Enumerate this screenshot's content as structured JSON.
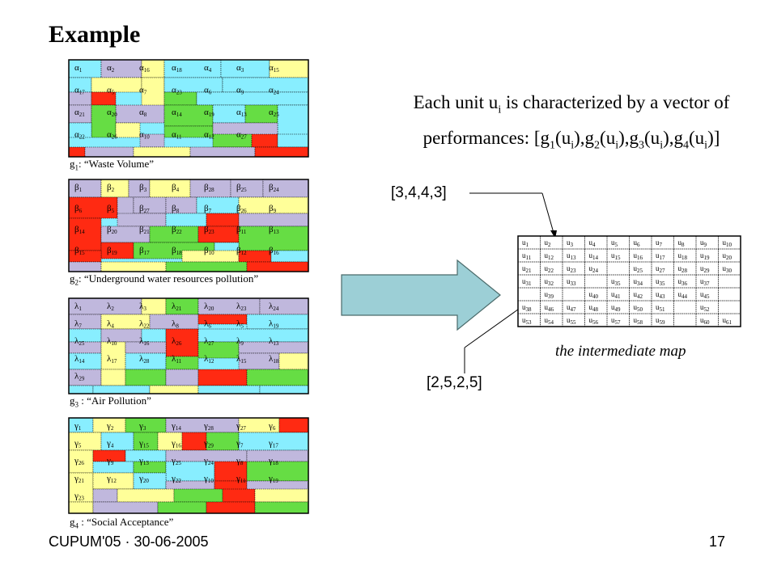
{
  "title": "Example",
  "description": {
    "line1_prefix": "Each unit u",
    "line1_sub": "i",
    "line1_suffix": " is characterized by a vector of",
    "line2": "performances:  [g",
    "line2_parts": [
      "1",
      "(u",
      "i",
      "),g",
      "2",
      "(u",
      "i",
      "),g",
      "3",
      "(u",
      "i",
      "),g",
      "4",
      "(u",
      "i",
      ")]"
    ]
  },
  "vectors": {
    "top": "[3,4,4,3]",
    "bottom": "[2,5,2,5]"
  },
  "intermediate_caption": "the intermediate map",
  "footer": {
    "left": "CUPUM'05 · 30-06-2005",
    "right": "17"
  },
  "colors": {
    "red": "#ff2a12",
    "green": "#66dd44",
    "cyan": "#88eeff",
    "lilac": "#c0b8dd",
    "yellow": "#ffff99",
    "arrow_fill": "#9ccfd6",
    "border": "#000000"
  },
  "maps": [
    {
      "caption_g": "g",
      "caption_sub": "1",
      "caption_text": ": “Waste Volume”",
      "symbol": "α",
      "labels": [
        "1",
        "2",
        "16",
        "18",
        "4",
        "3",
        "15",
        "17",
        "5",
        "7",
        "23",
        "6",
        "9",
        "24",
        "21",
        "20",
        "8",
        "14",
        "19",
        "13",
        "25",
        "22",
        "26",
        "10",
        "11",
        "12",
        "27"
      ]
    },
    {
      "caption_g": "g",
      "caption_sub": "2",
      "caption_text": ": “Underground water resources pollution”",
      "symbol": "β",
      "labels": [
        "1",
        "2",
        "3",
        "4",
        "28",
        "25",
        "24",
        "6",
        "5",
        "27",
        "8",
        "7",
        "26",
        "9",
        "14",
        "20",
        "21",
        "22",
        "23",
        "11",
        "13",
        "15",
        "19",
        "17",
        "18",
        "10",
        "12",
        "16"
      ]
    },
    {
      "caption_g": "g",
      "caption_sub": "3",
      "caption_text": " : “Air Pollution”",
      "symbol": "λ",
      "labels": [
        "1",
        "2",
        "3",
        "21",
        "20",
        "23",
        "24",
        "7",
        "4",
        "22",
        "8",
        "6",
        "5",
        "19",
        "25",
        "10",
        "16",
        "26",
        "27",
        "9",
        "13",
        "14",
        "17",
        "28",
        "11",
        "12",
        "15",
        "18",
        "29"
      ]
    },
    {
      "caption_g": "g",
      "caption_sub": "4",
      "caption_text": " : “Social Acceptance”",
      "symbol": "γ",
      "labels": [
        "1",
        "2",
        "3",
        "14",
        "28",
        "27",
        "6",
        "5",
        "4",
        "15",
        "16",
        "29",
        "7",
        "17",
        "26",
        "9",
        "13",
        "25",
        "24",
        "8",
        "18",
        "21",
        "12",
        "20",
        "22",
        "10",
        "11",
        "19",
        "23"
      ]
    }
  ],
  "intermediate_rows": [
    [
      "1",
      "2",
      "3",
      "4",
      "5",
      "6",
      "7",
      "8",
      "9",
      "10"
    ],
    [
      "11",
      "12",
      "13",
      "14",
      "15",
      "16",
      "17",
      "18",
      "19",
      "20"
    ],
    [
      "21",
      "22",
      "23",
      "24",
      "",
      "25",
      "27",
      "28",
      "29",
      "30"
    ],
    [
      "31",
      "32",
      "33",
      "",
      "35",
      "34",
      "35",
      "36",
      "37",
      ""
    ],
    [
      "",
      "39",
      "",
      "40",
      "41",
      "42",
      "43",
      "44",
      "45",
      ""
    ],
    [
      "38",
      "46",
      "47",
      "48",
      "49",
      "50",
      "51",
      "",
      "52",
      ""
    ],
    [
      "53",
      "54",
      "55",
      "56",
      "57",
      "58",
      "59",
      "",
      "60",
      "61"
    ]
  ]
}
